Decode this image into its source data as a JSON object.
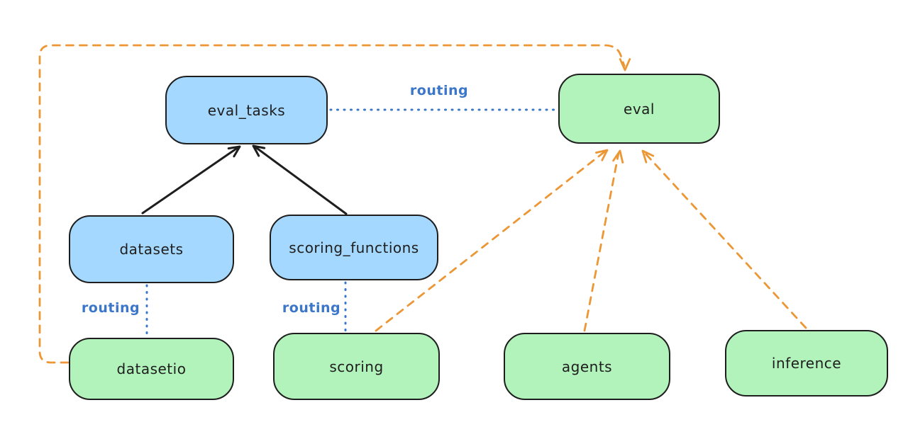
{
  "diagram": {
    "nodes": [
      {
        "id": "eval_tasks",
        "label": "eval_tasks",
        "fill": "blue"
      },
      {
        "id": "eval",
        "label": "eval",
        "fill": "green"
      },
      {
        "id": "datasets",
        "label": "datasets",
        "fill": "blue"
      },
      {
        "id": "scoring_functions",
        "label": "scoring_functions",
        "fill": "blue"
      },
      {
        "id": "datasetio",
        "label": "datasetio",
        "fill": "green"
      },
      {
        "id": "scoring",
        "label": "scoring",
        "fill": "green"
      },
      {
        "id": "agents",
        "label": "agents",
        "fill": "green"
      },
      {
        "id": "inference",
        "label": "inference",
        "fill": "green"
      }
    ],
    "edges": [
      {
        "from": "datasets",
        "to": "eval_tasks",
        "style": "solid-black-arrow"
      },
      {
        "from": "scoring_functions",
        "to": "eval_tasks",
        "style": "solid-black-arrow"
      },
      {
        "from": "eval_tasks",
        "to": "eval",
        "style": "dotted-blue",
        "label": "routing"
      },
      {
        "from": "datasets",
        "to": "datasetio",
        "style": "dotted-blue",
        "label": "routing"
      },
      {
        "from": "scoring_functions",
        "to": "scoring",
        "style": "dotted-blue",
        "label": "routing"
      },
      {
        "from": "datasetio",
        "to": "eval",
        "style": "dashed-orange-arrow"
      },
      {
        "from": "scoring",
        "to": "eval",
        "style": "dashed-orange-arrow"
      },
      {
        "from": "agents",
        "to": "eval",
        "style": "dashed-orange-arrow"
      },
      {
        "from": "inference",
        "to": "eval",
        "style": "dashed-orange-arrow"
      }
    ],
    "edge_labels": {
      "routing_eval_tasks_eval": "routing",
      "routing_datasets_datasetio": "routing",
      "routing_scoring_functions_scoring": "routing"
    },
    "colors": {
      "background": "#ffffff",
      "node_blue_fill": "#a5d8ff",
      "node_green_fill": "#b2f2bb",
      "node_border": "#1e1e1e",
      "black_arrow": "#1e1e1e",
      "orange_dashed": "#ec9735",
      "blue_dotted": "#3b76c9"
    }
  }
}
